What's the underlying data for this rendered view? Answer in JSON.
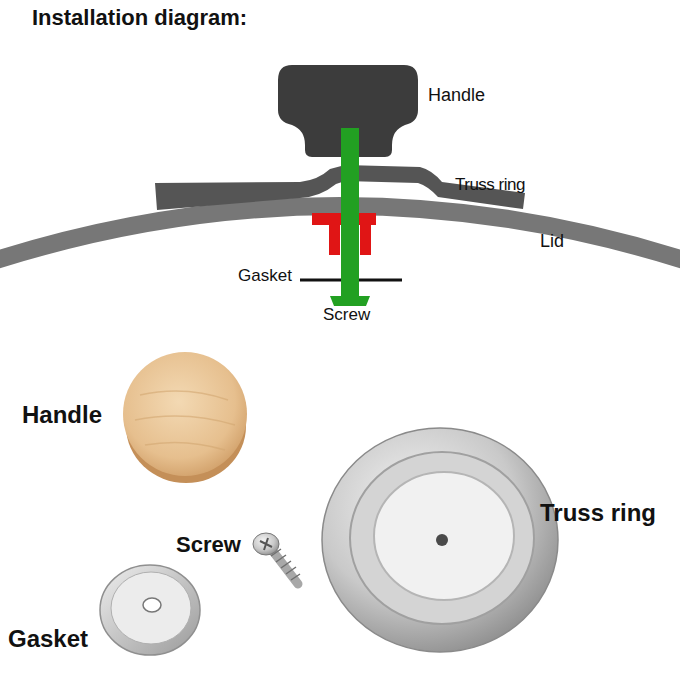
{
  "diagram": {
    "title": "Installation diagram:",
    "labels": [
      "Handle",
      "Truss ring",
      "Lid",
      "Gasket",
      "Screw",
      "Handle",
      "Screw",
      "Truss ring",
      "Gasket"
    ]
  }
}
